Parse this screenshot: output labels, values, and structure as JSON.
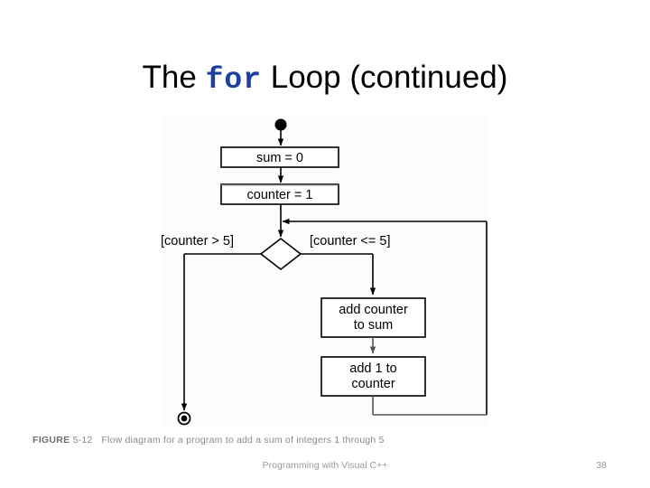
{
  "slide": {
    "title_prefix": "The ",
    "title_keyword": "for",
    "title_suffix": " Loop (continued)",
    "keyword_color": "#1f3f9e"
  },
  "figure": {
    "caption_label": "FIGURE",
    "caption_number": "5-12",
    "caption_body": "Flow diagram for a program to add a sum of integers 1 through 5",
    "background_color": "#fcfcfa",
    "diagram": {
      "type": "activity-flow-diagram",
      "nodes": [
        {
          "id": "start",
          "kind": "initial-node",
          "label": ""
        },
        {
          "id": "sum-init",
          "kind": "action",
          "label": "sum = 0"
        },
        {
          "id": "counter-init",
          "kind": "action",
          "label": "counter = 1"
        },
        {
          "id": "merge",
          "kind": "merge-point",
          "label": ""
        },
        {
          "id": "decision",
          "kind": "decision",
          "label": ""
        },
        {
          "id": "add-counter",
          "kind": "action",
          "label_line1": "add counter",
          "label_line2": "to sum"
        },
        {
          "id": "increment",
          "kind": "action",
          "label_line1": "add 1 to",
          "label_line2": "counter"
        },
        {
          "id": "end",
          "kind": "final-node",
          "label": ""
        }
      ],
      "guards": [
        {
          "id": "guard-exit",
          "label": "[counter > 5]"
        },
        {
          "id": "guard-loop",
          "label": "[counter <= 5]"
        }
      ]
    }
  },
  "footer": {
    "text": "Programming with Visual C++",
    "page_number": "38"
  }
}
